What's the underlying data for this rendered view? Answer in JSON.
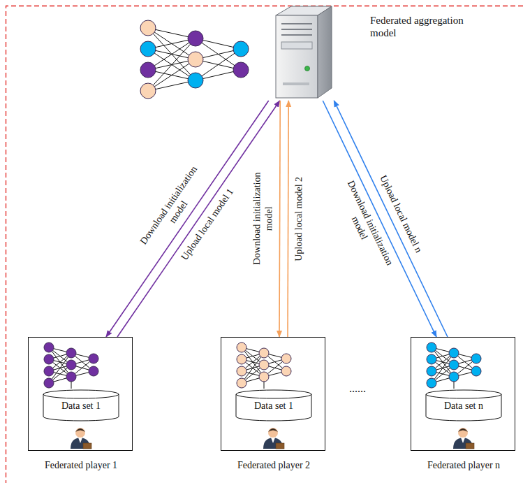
{
  "diagram": {
    "nodes": [
      {
        "text": [
          "Federated aggregation model"
        ]
      },
      {
        "text": [
          "Federated player 1"
        ]
      },
      {
        "text": [
          "Data set 1"
        ],
        "in": 1
      },
      {
        "text": [
          "Federated player 2"
        ]
      },
      {
        "text": [
          "Data set 1"
        ],
        "in": 3
      },
      {
        "text": [
          "Federated player n"
        ]
      },
      {
        "text": [
          "Data set n"
        ],
        "in": 5
      }
    ],
    "edges": [
      {
        "from": 0,
        "to": 1,
        "arrow": "to",
        "label": "Download initialization model"
      },
      {
        "from": 1,
        "to": 0,
        "arrow": "to",
        "label": "Upload local model 1"
      },
      {
        "from": 0,
        "to": 3,
        "arrow": "to",
        "label": "Download initialization model"
      },
      {
        "from": 3,
        "to": 0,
        "arrow": "to",
        "label": "Upload local model 2"
      },
      {
        "from": 0,
        "to": 5,
        "arrow": "to",
        "label": "Download initialization model"
      },
      {
        "from": 5,
        "to": 0,
        "arrow": "to",
        "label": "Upload local model n"
      }
    ],
    "labels": [
      "......"
    ]
  }
}
